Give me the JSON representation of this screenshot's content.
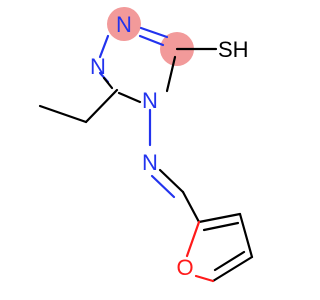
{
  "molecule": {
    "atoms": {
      "n1": "N",
      "n2": "N",
      "n4": "N",
      "n_imine": "N",
      "o_furan": "O",
      "sh": "SH"
    },
    "colors": {
      "nitrogen": "#2233ee",
      "oxygen": "#ff1a1a",
      "sulfur_hydrogen": "#000000",
      "bond": "#000000",
      "highlight": "#f29a9a"
    }
  }
}
